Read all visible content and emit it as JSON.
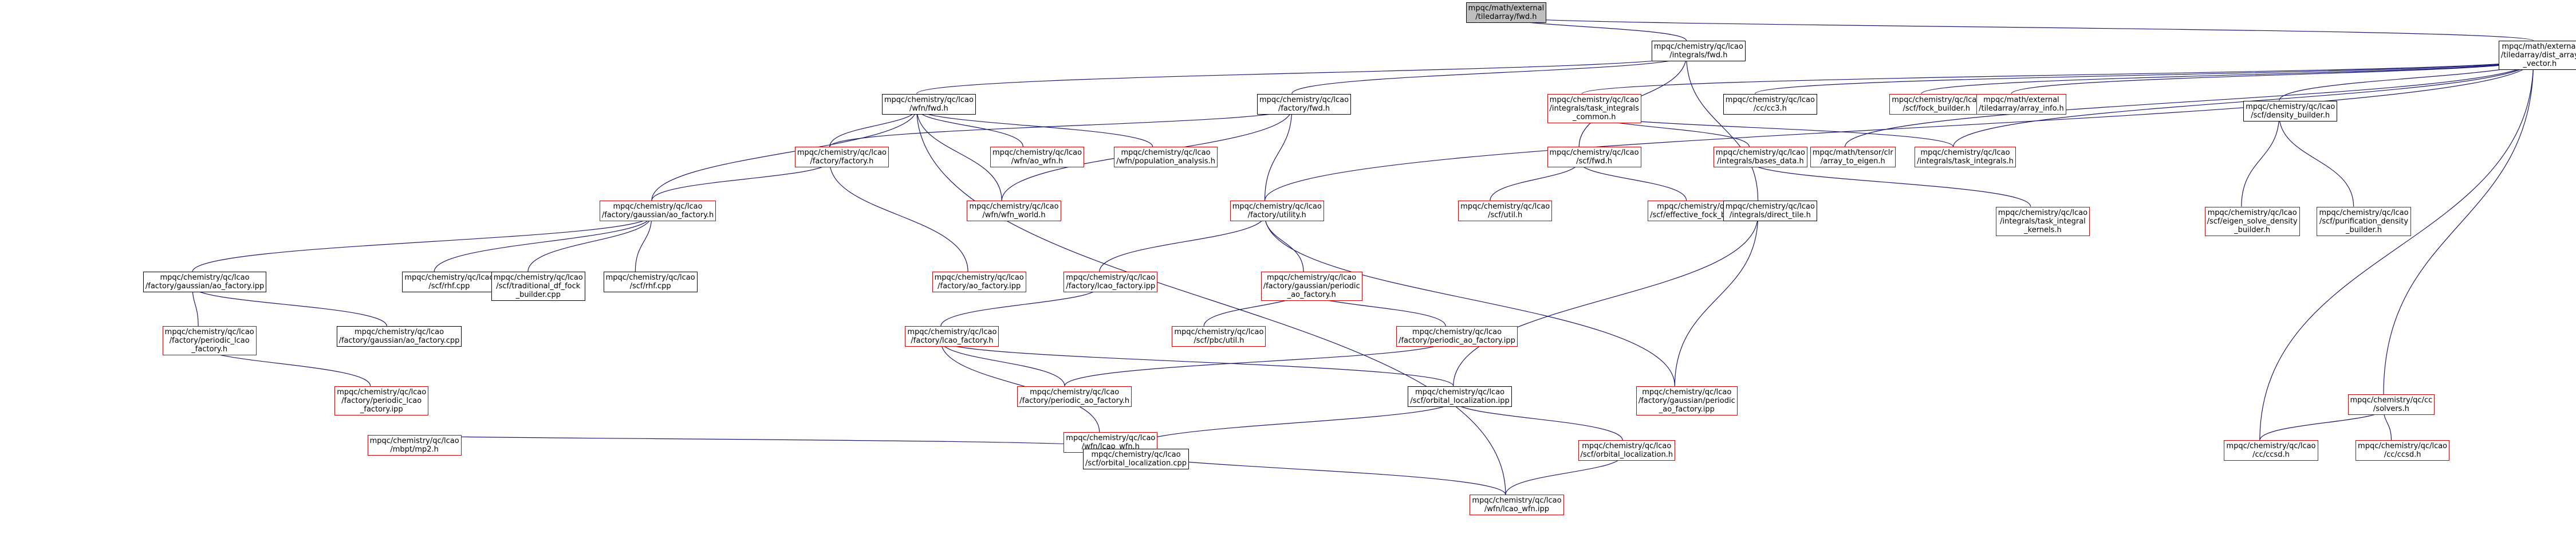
{
  "nodes": [
    {
      "id": "tiled",
      "lines": [
        "mpqc/math/external",
        "/tiledarray/fwd.h"
      ],
      "color": "gray"
    },
    {
      "id": "intfwd",
      "lines": [
        "mpqc/chemistry/qc/lcao",
        "/integrals/fwd.h"
      ],
      "color": "black"
    },
    {
      "id": "dist",
      "lines": [
        "mpqc/math/external",
        "/tiledarray/dist_array",
        "_vector.h"
      ],
      "color": "black"
    },
    {
      "id": "wfnfwd",
      "lines": [
        "mpqc/chemistry/qc/lcao",
        "/wfn/fwd.h"
      ],
      "color": "black"
    },
    {
      "id": "factfwd",
      "lines": [
        "mpqc/chemistry/qc/lcao",
        "/factory/fwd.h"
      ],
      "color": "black"
    },
    {
      "id": "taskcommon",
      "lines": [
        "mpqc/chemistry/qc/lcao",
        "/integrals/task_integrals",
        "_common.h"
      ],
      "color": "red"
    },
    {
      "id": "cc3",
      "lines": [
        "mpqc/chemistry/qc/lcao",
        "/cc/cc3.h"
      ],
      "color": "black"
    },
    {
      "id": "fockbuilder",
      "lines": [
        "mpqc/chemistry/qc/lcao",
        "/scf/fock_builder.h"
      ],
      "color": "red"
    },
    {
      "id": "arrinfo",
      "lines": [
        "mpqc/math/external",
        "/tiledarray/array_info.h"
      ],
      "color": "red"
    },
    {
      "id": "densbuilder",
      "lines": [
        "mpqc/chemistry/qc/lcao",
        "/scf/density_builder.h"
      ],
      "color": "black"
    },
    {
      "id": "factoryh",
      "lines": [
        "mpqc/chemistry/qc/lcao",
        "/factory/factory.h"
      ],
      "color": "red"
    },
    {
      "id": "aowfn",
      "lines": [
        "mpqc/chemistry/qc/lcao",
        "/wfn/ao_wfn.h"
      ],
      "color": "red"
    },
    {
      "id": "popanal",
      "lines": [
        "mpqc/chemistry/qc/lcao",
        "/wfn/population_analysis.h"
      ],
      "color": "red"
    },
    {
      "id": "scffwd",
      "lines": [
        "mpqc/chemistry/qc/lcao",
        "/scf/fwd.h"
      ],
      "color": "red"
    },
    {
      "id": "basesdata",
      "lines": [
        "mpqc/chemistry/qc/lcao",
        "/integrals/bases_data.h"
      ],
      "color": "red"
    },
    {
      "id": "tensoreigen",
      "lines": [
        "mpqc/math/tensor/clr",
        "/array_to_eigen.h"
      ],
      "color": "red"
    },
    {
      "id": "taskints",
      "lines": [
        "mpqc/chemistry/qc/lcao",
        "/integrals/task_integrals.h"
      ],
      "color": "red"
    },
    {
      "id": "gaofactory",
      "lines": [
        "mpqc/chemistry/qc/lcao",
        "/factory/gaussian/ao_factory.h"
      ],
      "color": "red"
    },
    {
      "id": "wfnworld",
      "lines": [
        "mpqc/chemistry/qc/lcao",
        "/wfn/wfn_world.h"
      ],
      "color": "red"
    },
    {
      "id": "utility",
      "lines": [
        "mpqc/chemistry/qc/lcao",
        "/factory/utility.h"
      ],
      "color": "red"
    },
    {
      "id": "scfutil",
      "lines": [
        "mpqc/chemistry/qc/lcao",
        "/scf/util.h"
      ],
      "color": "red"
    },
    {
      "id": "efbuilder",
      "lines": [
        "mpqc/chemistry/qc/lcao",
        "/scf/effective_fock_builder.h"
      ],
      "color": "red"
    },
    {
      "id": "directtile",
      "lines": [
        "mpqc/chemistry/qc/lcao",
        "/integrals/direct_tile.h"
      ],
      "color": "black"
    },
    {
      "id": "taskintkern",
      "lines": [
        "mpqc/chemistry/qc/lcao",
        "/integrals/task_integral",
        "_kernels.h"
      ],
      "color": "red"
    },
    {
      "id": "eigensolve",
      "lines": [
        "mpqc/chemistry/qc/lcao",
        "/scf/eigen_solve_density",
        "_builder.h"
      ],
      "color": "red"
    },
    {
      "id": "purif",
      "lines": [
        "mpqc/chemistry/qc/lcao",
        "/scf/purification_density",
        "_builder.h"
      ],
      "color": "red"
    },
    {
      "id": "gaofactoryipp",
      "lines": [
        "mpqc/chemistry/qc/lcao",
        "/factory/gaussian/ao_factory.ipp"
      ],
      "color": "black"
    },
    {
      "id": "scfcpp",
      "lines": [
        "mpqc/chemistry/qc/lcao",
        "/scf/rhf.cpp"
      ],
      "color": "black"
    },
    {
      "id": "tradfock",
      "lines": [
        "mpqc/chemistry/qc/lcao",
        "/scf/traditional_df_fock",
        "_builder.cpp"
      ],
      "color": "black"
    },
    {
      "id": "rhfcpp",
      "lines": [
        "mpqc/chemistry/qc/lcao",
        "/scf/rhf.cpp"
      ],
      "color": "black"
    },
    {
      "id": "aofactoryipp",
      "lines": [
        "mpqc/chemistry/qc/lcao",
        "/factory/ao_factory.ipp"
      ],
      "color": "red"
    },
    {
      "id": "lcaofactipp",
      "lines": [
        "mpqc/chemistry/qc/lcao",
        "/factory/lcao_factory.ipp"
      ],
      "color": "red"
    },
    {
      "id": "periodicaofact",
      "lines": [
        "mpqc/chemistry/qc/lcao",
        "/factory/gaussian/periodic",
        "_ao_factory.h"
      ],
      "color": "red"
    },
    {
      "id": "periodiclcao",
      "lines": [
        "mpqc/chemistry/qc/lcao",
        "/factory/periodic_lcao",
        "_factory.h"
      ],
      "color": "red"
    },
    {
      "id": "gaofactorycpp",
      "lines": [
        "mpqc/chemistry/qc/lcao",
        "/factory/gaussian/ao_factory.cpp"
      ],
      "color": "black"
    },
    {
      "id": "lcaofacth",
      "lines": [
        "mpqc/chemistry/qc/lcao",
        "/factory/lcao_factory.h"
      ],
      "color": "red"
    },
    {
      "id": "scfpbc",
      "lines": [
        "mpqc/chemistry/qc/lcao",
        "/scf/pbc/util.h"
      ],
      "color": "red"
    },
    {
      "id": "periodicaofactipp",
      "lines": [
        "mpqc/chemistry/qc/lcao",
        "/factory/periodic_ao_factory.ipp"
      ],
      "color": "red"
    },
    {
      "id": "periodiclcaoipp",
      "lines": [
        "mpqc/chemistry/qc/lcao",
        "/factory/periodic_lcao",
        "_factory.ipp"
      ],
      "color": "red"
    },
    {
      "id": "periodicaofacth",
      "lines": [
        "mpqc/chemistry/qc/lcao",
        "/factory/periodic_ao_factory.h"
      ],
      "color": "red"
    },
    {
      "id": "orbloc",
      "lines": [
        "mpqc/chemistry/qc/lcao",
        "/scf/orbital_localization.ipp"
      ],
      "color": "black"
    },
    {
      "id": "gperiodicipp",
      "lines": [
        "mpqc/chemistry/qc/lcao",
        "/factory/gaussian/periodic",
        "_ao_factory.ipp"
      ],
      "color": "red"
    },
    {
      "id": "lcaowfn",
      "lines": [
        "mpqc/chemistry/qc/lcao",
        "/wfn/lcao_wfn.h"
      ],
      "color": "red"
    },
    {
      "id": "mbptmp2",
      "lines": [
        "mpqc/chemistry/qc/lcao",
        "/mbpt/mp2.h"
      ],
      "color": "red"
    },
    {
      "id": "orbloccpp",
      "lines": [
        "mpqc/chemistry/qc/lcao",
        "/scf/orbital_localization.cpp"
      ],
      "color": "black"
    },
    {
      "id": "orbloch",
      "lines": [
        "mpqc/chemistry/qc/lcao",
        "/scf/orbital_localization.h"
      ],
      "color": "red"
    },
    {
      "id": "ccsdh",
      "lines": [
        "mpqc/chemistry/qc/lcao",
        "/cc/ccsd.h"
      ],
      "color": "red"
    },
    {
      "id": "solvers",
      "lines": [
        "mpqc/chemistry/qc/cc",
        "/solvers.h"
      ],
      "color": "red"
    },
    {
      "id": "ccsdh2",
      "lines": [
        "mpqc/chemistry/qc/lcao",
        "/cc/ccsd.h"
      ],
      "color": "red"
    },
    {
      "id": "lcaowfnipp",
      "lines": [
        "mpqc/chemistry/qc/lcao",
        "/wfn/lcao_wfn.ipp"
      ],
      "color": "red"
    }
  ],
  "colors": {
    "edge_dark": "#191970",
    "edge_red": "#cc0000",
    "node_gray": "#bfbfbf",
    "node_red": "#cc0000"
  }
}
